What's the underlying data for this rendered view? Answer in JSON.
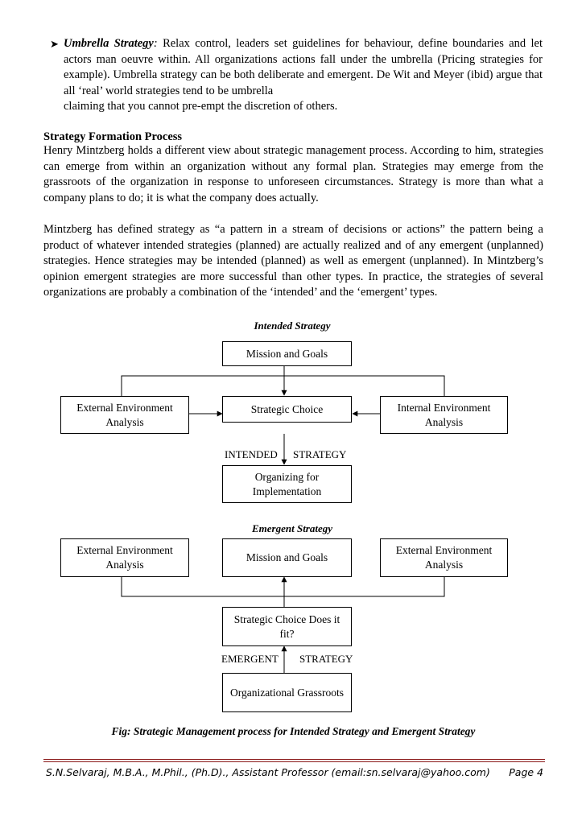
{
  "bullet": {
    "term": "Umbrella Strategy",
    "colon": ":",
    "text": " Relax control, leaders set guidelines for behaviour, define boundaries and let actors man oeuvre within. All organizations actions fall under the umbrella (Pricing strategies for example). Umbrella strategy can be both deliberate and emergent. De Wit and Meyer (ibid) argue that all ‘real’ world strategies tend to be umbrella",
    "text_last": "claiming that you cannot pre-empt the discretion of others."
  },
  "section": {
    "heading": "Strategy Formation Process",
    "para1": "Henry Mintzberg holds a different view about strategic management process. According to him, strategies can emerge from within an organization without any formal plan. Strategies may emerge from the grassroots of the organization in response to unforeseen circumstances. Strategy is more than what a company plans to do; it is what the company does actually.",
    "para2": "Mintzberg has defined strategy as “a pattern in a stream of decisions or actions” the pattern being a product of whatever intended strategies (planned) are actually realized and of any emergent (unplanned) strategies.  Hence strategies may be intended (planned) as well as emergent (unplanned).  In Mintzberg’s opinion emergent strategies are more successful than other types. In practice, the strategies of several organizations are probably a combination of the ‘intended’ and the ‘emergent’ types."
  },
  "intended": {
    "title": "Intended Strategy",
    "mission": "Mission and Goals",
    "external": "External Environment Analysis",
    "choice": "Strategic Choice",
    "internal": "Internal Environment Analysis",
    "label_left": "INTENDED",
    "label_right": "STRATEGY",
    "organizing": "Organizing for Implementation"
  },
  "emergent": {
    "title": "Emergent Strategy",
    "external_left": "External Environment Analysis",
    "mission": "Mission and Goals",
    "external_right": "External Environment Analysis",
    "choice": "Strategic Choice Does it fit?",
    "label_left": "EMERGENT",
    "label_right": "STRATEGY",
    "grassroots": "Organizational Grassroots"
  },
  "caption": "Fig: Strategic Management process for Intended Strategy and Emergent Strategy",
  "footer": {
    "author": "S.N.Selvaraj, M.B.A., M.Phil., (Ph.D)., Assistant Professor (email:sn.selvaraj@yahoo.com)",
    "page": "Page 4"
  }
}
